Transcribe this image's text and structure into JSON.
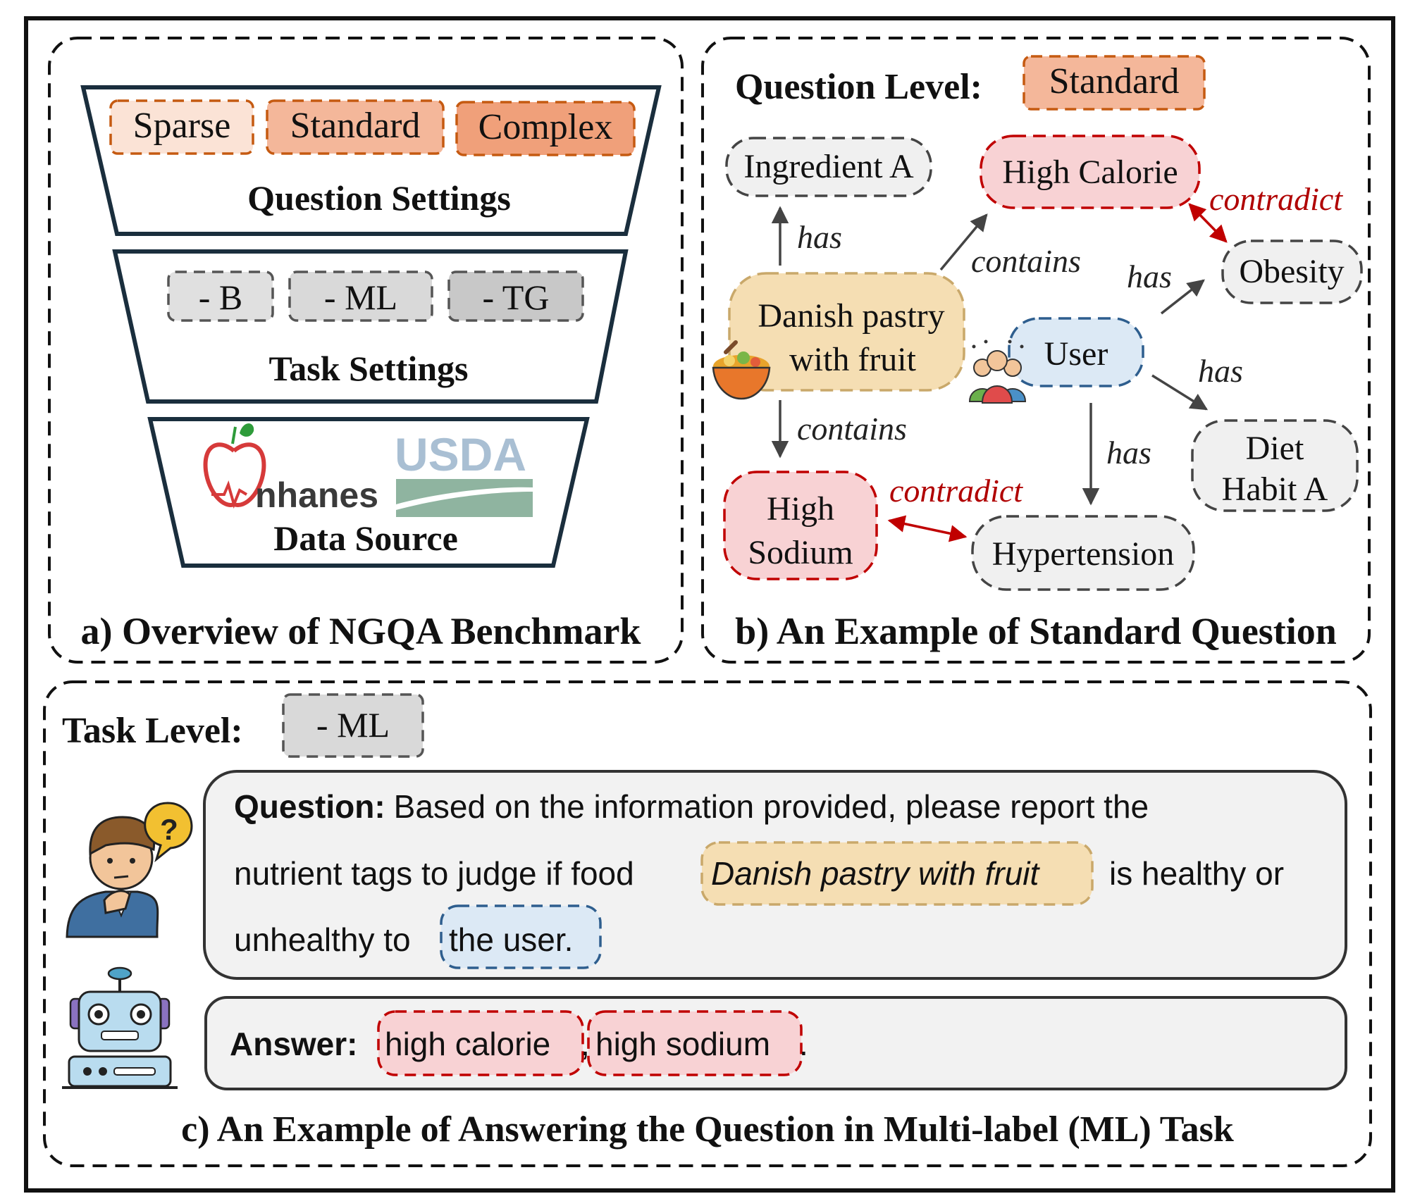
{
  "overview": {
    "caption": "a) Overview of NGQA Benchmark",
    "question_settings": {
      "title": "Question Settings",
      "levels": [
        "Sparse",
        "Standard",
        "Complex"
      ]
    },
    "task_settings": {
      "title": "Task Settings",
      "tasks": [
        "- B",
        "- ML",
        "- TG"
      ]
    },
    "data_source": {
      "title": "Data Source",
      "logos": [
        "nhanes",
        "USDA"
      ]
    }
  },
  "example": {
    "caption": "b) An Example of Standard Question",
    "question_level_label": "Question Level:",
    "question_level_value": "Standard",
    "nodes": {
      "ingredient": "Ingredient A",
      "calorie": "High Calorie",
      "obesity": "Obesity",
      "pastry_1": "Danish pastry",
      "pastry_2": "with fruit",
      "user": "User",
      "diet_1": "Diet",
      "diet_2": "Habit A",
      "sodium_1": "High",
      "sodium_2": "Sodium",
      "hypertension": "Hypertension"
    },
    "edges": {
      "pastry_ingredient": "has",
      "pastry_calorie": "contains",
      "calorie_obesity": "contradict",
      "user_obesity": "has",
      "user_diet": "has",
      "pastry_sodium": "contains",
      "user_hypertension": "has",
      "sodium_hypertension": "contradict"
    }
  },
  "task": {
    "caption": "c) An Example of Answering the Question in Multi-label (ML) Task",
    "task_level_label": "Task Level:",
    "task_level_value": "- ML",
    "question_label": "Question:",
    "question_line1": "Based on the information provided, please report the",
    "question_line2_a": "nutrient tags to judge if food",
    "question_food": "Danish pastry with fruit",
    "question_line2_b": "is healthy or",
    "question_line3_a": "unhealthy to",
    "question_user": "the user.",
    "answer_label": "Answer:",
    "answer_tag1": "high calorie",
    "answer_sep": ",",
    "answer_tag2": "high sodium",
    "answer_end": "."
  },
  "colors": {
    "level_light": "#fbe3d6",
    "level_mid": "#f4b79a",
    "level_dark": "#f0a07a",
    "level_border": "#c55a11",
    "task_fill": "#d9d9d9",
    "task_border": "#555555",
    "pastry_fill": "#f5deb3",
    "pastry_border": "#c9a86a",
    "user_fill": "#dce9f5",
    "user_border": "#2e5e8e",
    "red_fill": "#f8d2d4",
    "red_border": "#c00000",
    "gray_fill": "#f0f0f0",
    "contradict_text": "#b00000",
    "panel_fill": "#f2f2f2"
  }
}
